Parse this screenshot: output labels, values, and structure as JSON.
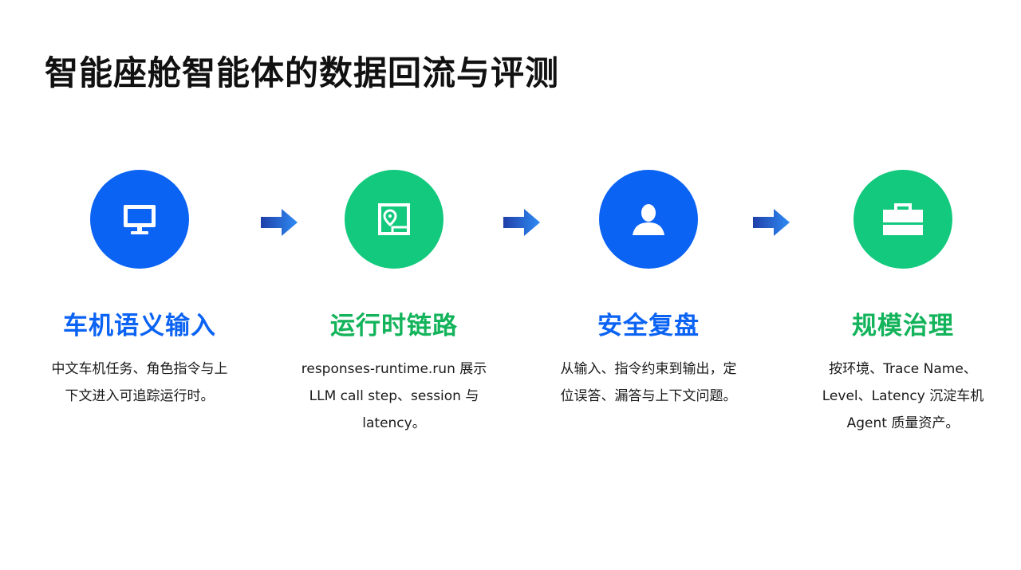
{
  "title": "智能座舱智能体的数据回流与评测",
  "colors": {
    "blue": "#0b63f4",
    "green": "#12c97d",
    "green_text": "#12b35a",
    "arrow_dark": "#1f3fa8",
    "arrow_light": "#2f8cf5"
  },
  "steps": [
    {
      "icon": "monitor-icon",
      "color": "blue",
      "title": "车机语义输入",
      "desc_lines": [
        "中文车机任务、角色指令与上",
        "下文进入可追踪运行时。"
      ]
    },
    {
      "icon": "map-location-icon",
      "color": "green",
      "title": "运行时链路",
      "desc_lines": [
        "responses-runtime.run 展示",
        "LLM call step、session 与",
        "latency。"
      ]
    },
    {
      "icon": "user-icon",
      "color": "blue",
      "title": "安全复盘",
      "desc_lines": [
        "从输入、指令约束到输出，定",
        "位误答、漏答与上下文问题。"
      ]
    },
    {
      "icon": "briefcase-icon",
      "color": "green",
      "title": "规模治理",
      "desc_lines": [
        "按环境、Trace Name、",
        "Level、Latency 沉淀车机",
        "Agent 质量资产。"
      ]
    }
  ]
}
